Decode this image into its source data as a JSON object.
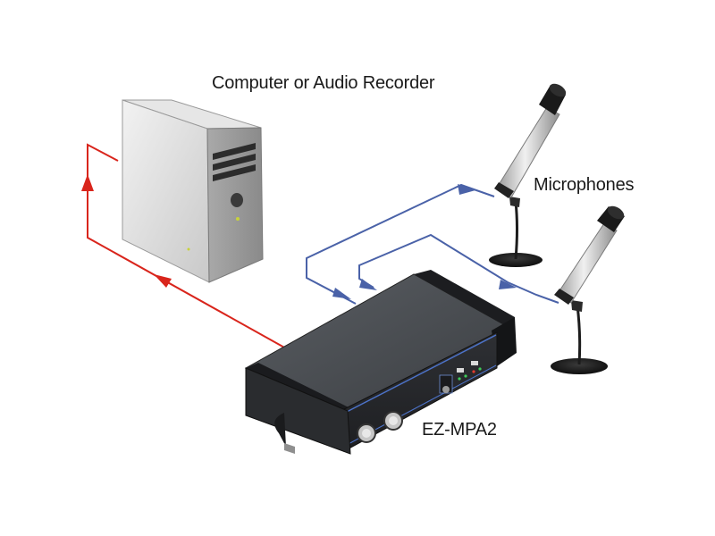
{
  "labels": {
    "computer": "Computer or Audio Recorder",
    "microphones": "Microphones",
    "device": "EZ-MPA2"
  },
  "colors": {
    "output_signal": "#d9251c",
    "input_signal": "#4a62a8",
    "computer_light": "#d8d8d8",
    "device_body": "#3d4044",
    "mic_body": "#c8c8c8"
  },
  "icons": [
    "computer-tower-icon",
    "microphone-icon",
    "preamp-device-icon",
    "arrow-icon"
  ]
}
